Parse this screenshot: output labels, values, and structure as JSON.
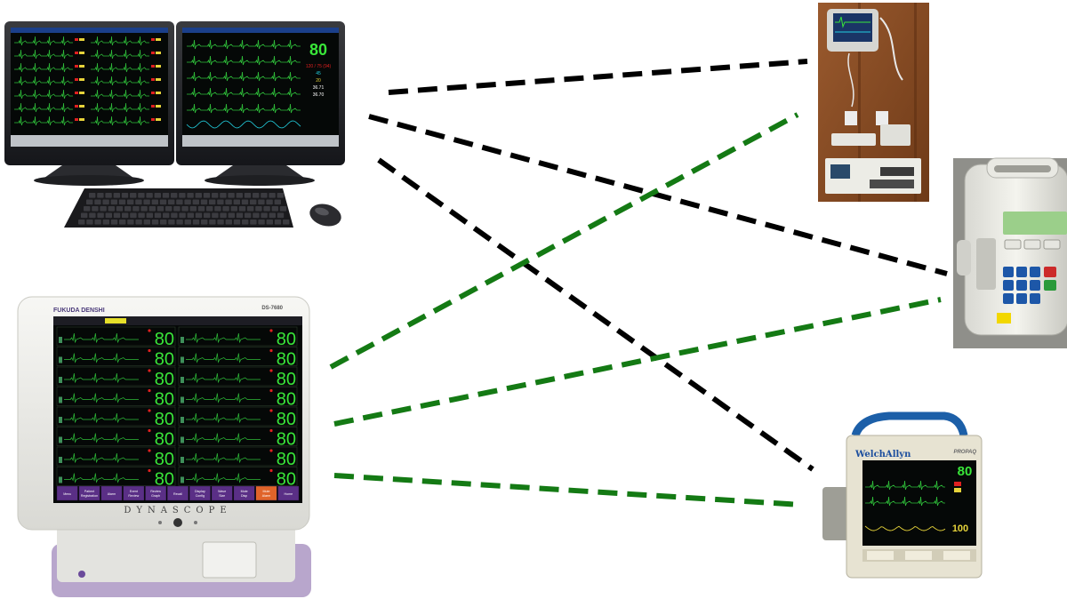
{
  "colors": {
    "wired_link": "#000000",
    "wireless_link": "#147a14",
    "monitor_bezel": "#1e1f22",
    "screen_bg": "#050807",
    "ecg_trace": "#2fbf3a",
    "hr_value": "#39e639",
    "alarm_red": "#e02020",
    "spo2_cyan": "#22d0e0",
    "dynascope_shell": "#eeeeea",
    "dynascope_bar": "#5a2f86",
    "dynascope_base": "#b8a6cc"
  },
  "workstation": {
    "right_monitor": {
      "hr_value": "80",
      "readouts": [
        "120 / 75 (94)",
        "45",
        "20",
        "36.71",
        "36.70"
      ]
    }
  },
  "dynascope": {
    "brand": "FUKUDA DENSHI",
    "model": "DS-7680",
    "name": "DYNASCOPE",
    "channel_value": "80",
    "menu_buttons": [
      "Menu",
      "Patient Registration",
      "Alarm",
      "Event Review",
      "Review Graph",
      "Recall",
      "Display Config",
      "Wave Size",
      "Mute Disp",
      "Mute Alarm",
      "Home"
    ]
  },
  "welch_allyn": {
    "brand": "WelchAllyn",
    "model": "PROPAQ",
    "hr_value": "80",
    "spo2_value": "100"
  },
  "links": [
    {
      "from": "workstation",
      "to": "wall-monitor",
      "type": "wired"
    },
    {
      "from": "workstation",
      "to": "infusion-pump",
      "type": "wired"
    },
    {
      "from": "workstation",
      "to": "welch-allyn-monitor",
      "type": "wired"
    },
    {
      "from": "dynascope",
      "to": "wall-monitor",
      "type": "wireless"
    },
    {
      "from": "dynascope",
      "to": "infusion-pump",
      "type": "wireless"
    },
    {
      "from": "dynascope",
      "to": "welch-allyn-monitor",
      "type": "wireless"
    }
  ]
}
